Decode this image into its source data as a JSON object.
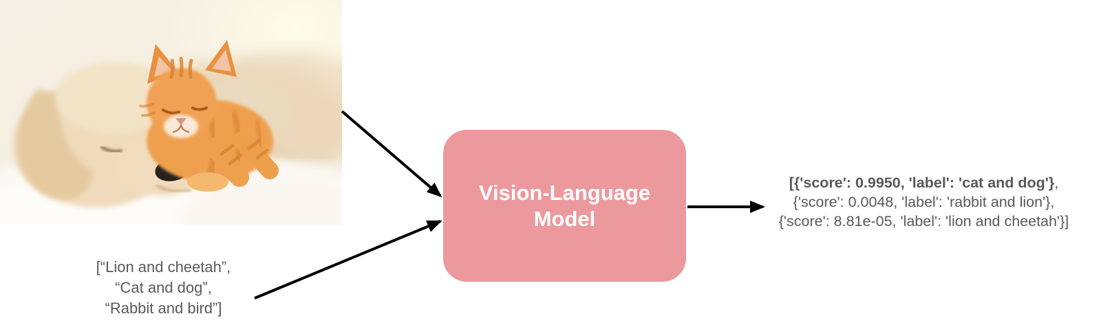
{
  "diagram": {
    "photo": {
      "description": "sleeping cream puppy with ginger tabby kitten on white blanket"
    },
    "input_labels": {
      "lines": [
        "[“Lion and cheetah”,",
        "“Cat and dog”,",
        "“Rabbit and bird”]"
      ]
    },
    "model": {
      "line1": "Vision-Language",
      "line2": "Model",
      "bg_color": "#ec999d",
      "text_color": "#ffffff"
    },
    "output": {
      "line1_bold": "[{'score': 0.9950, 'label': 'cat and dog'}",
      "line1_rest": ",",
      "line2": "{'score': 0.0048, 'label': 'rabbit and lion'},",
      "line3": "{'score': 8.81e-05, 'label': 'lion and cheetah'}]",
      "text_color": "#58595b"
    },
    "arrow_color": "#000000"
  }
}
